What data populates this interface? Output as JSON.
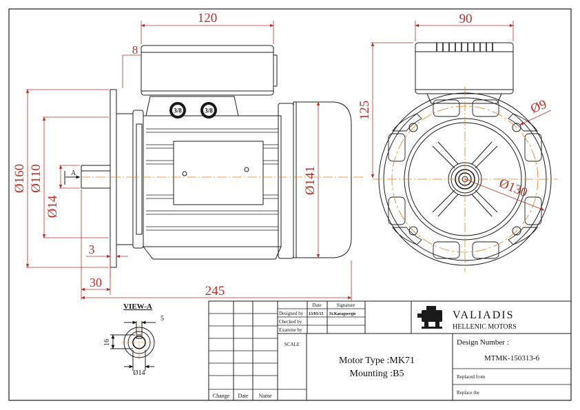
{
  "colors": {
    "line": "#1a1a1a",
    "dimension": "#b5322a",
    "center": "#e07a1f",
    "paper": "#ffffff"
  },
  "dimensions": {
    "width_120": "120",
    "width_8": "8",
    "flange_160": "Ø160",
    "spigot_110": "Ø110",
    "shaft_14": "Ø14",
    "spigot_3": "3",
    "shaft_30": "30",
    "length_245": "245",
    "body_141": "Ø141",
    "box_90": "90",
    "height_125": "125",
    "hole_9": "Ø9",
    "pcd_130": "Ø130",
    "view_marker": "A",
    "gland_1": "3/8",
    "gland_2": "3/8"
  },
  "view_a": {
    "title": "VIEW-A",
    "key_width": "5",
    "key_height": "16",
    "shaft": "Ø14"
  },
  "title_block": {
    "rev_headers": [
      "Change",
      "Date",
      "Name"
    ],
    "sig_headers": [
      "Date",
      "Signature"
    ],
    "rows": [
      {
        "label": "Designed by",
        "date": "13/03/15",
        "signature": "St.Karagoergis"
      },
      {
        "label": "Checked by",
        "date": "",
        "signature": ""
      },
      {
        "label": "Examine by",
        "date": "",
        "signature": ""
      }
    ],
    "scale_label": "SCALE",
    "motor_type": "Motor Type :MK71",
    "mounting": "Mounting :B5",
    "company_name": "VALIADIS",
    "company_sub": "HELLENIC MOTORS",
    "design_label": "Design Number :",
    "design_number": "MTMK-150313-6",
    "replaced_from": "Replaced from",
    "replace_the": "Replace the"
  }
}
